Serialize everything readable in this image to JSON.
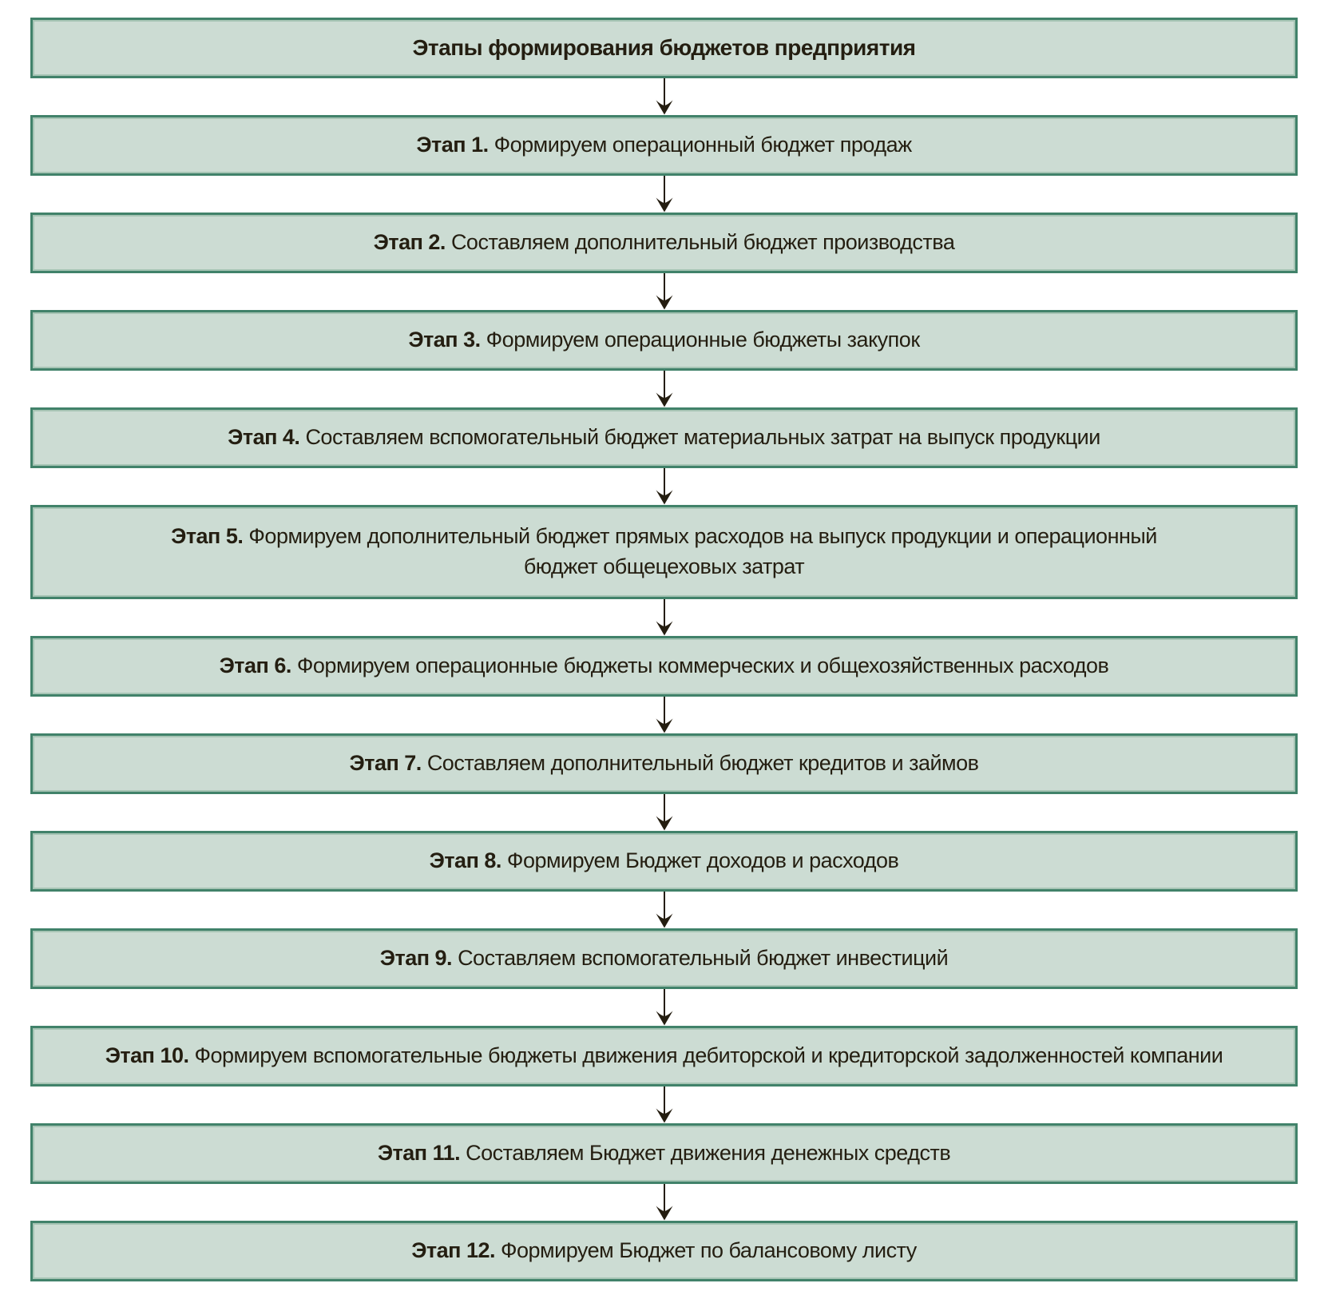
{
  "title": "Этапы формирования бюджетов предприятия",
  "stages": [
    {
      "label": "Этап 1.",
      "text": "Формируем операционный бюджет продаж"
    },
    {
      "label": "Этап 2.",
      "text": "Составляем дополнительный бюджет производства"
    },
    {
      "label": "Этап 3.",
      "text": "Формируем операционные бюджеты закупок"
    },
    {
      "label": "Этап 4.",
      "text": "Составляем вспомогательный бюджет материальных затрат на выпуск продукции"
    },
    {
      "label": "Этап 5.",
      "text": "Формируем дополнительный бюджет прямых расходов на выпуск продукции и операционный бюджет общецеховых затрат"
    },
    {
      "label": "Этап 6.",
      "text": "Формируем операционные бюджеты коммерческих и общехозяйственных расходов"
    },
    {
      "label": "Этап 7.",
      "text": "Составляем дополнительный бюджет кредитов и займов"
    },
    {
      "label": "Этап 8.",
      "text": "Формируем Бюджет доходов и расходов"
    },
    {
      "label": "Этап 9.",
      "text": "Составляем вспомогательный бюджет инвестиций"
    },
    {
      "label": "Этап 10.",
      "text": "Формируем вспомогательные бюджеты движения дебиторской и кредиторской задолженностей компании"
    },
    {
      "label": "Этап 11.",
      "text": "Составляем Бюджет движения денежных средств"
    },
    {
      "label": "Этап 12.",
      "text": "Формируем Бюджет по балансовому листу"
    }
  ],
  "colors": {
    "box_fill": "#ccdcd3",
    "box_border": "#41826a",
    "box_inner": "#a6c4b4",
    "arrow": "#241d10",
    "text": "#241e11"
  }
}
